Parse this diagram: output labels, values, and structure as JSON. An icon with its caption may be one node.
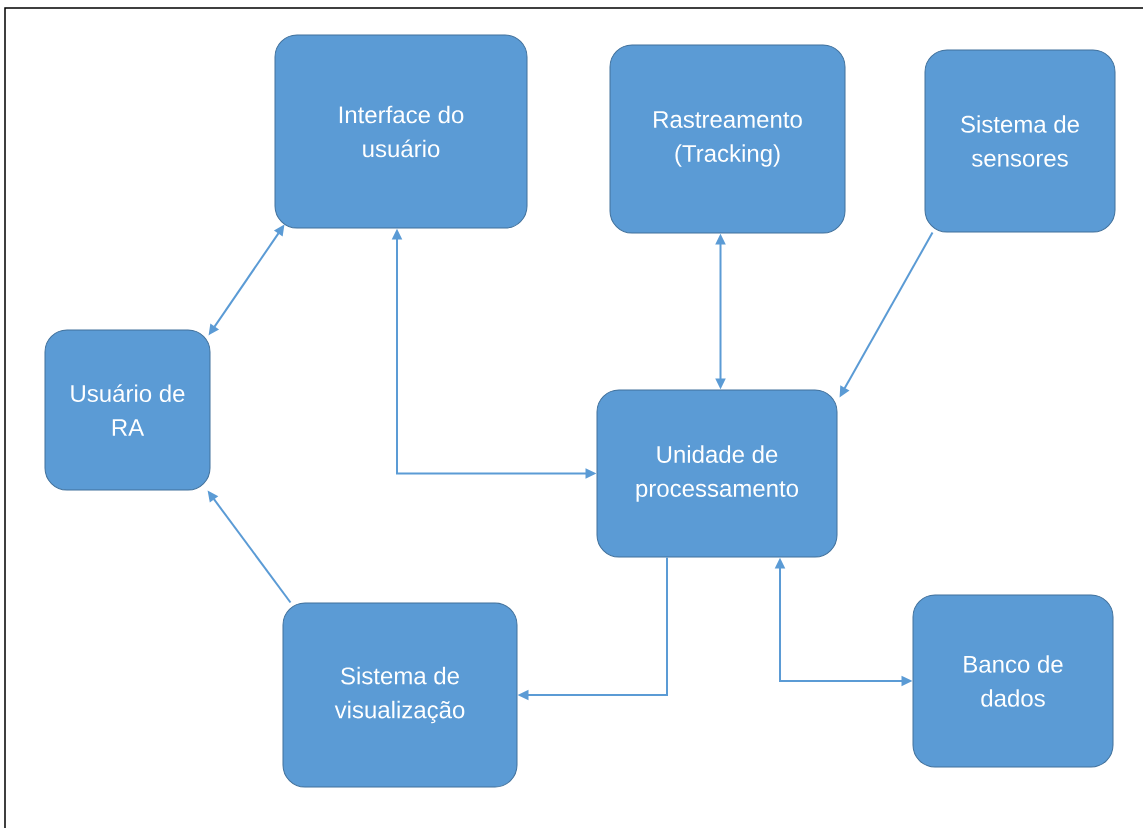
{
  "diagram": {
    "nodes": [
      {
        "text": [
          "Interface do usuário"
        ]
      },
      {
        "text": [
          "Rastreamento (Tracking)"
        ]
      },
      {
        "text": [
          "Sistema de sensores"
        ]
      },
      {
        "text": [
          "Usuário de RA"
        ]
      },
      {
        "text": [
          "Unidade de processamento"
        ]
      },
      {
        "text": [
          "Sistema de visualização"
        ]
      },
      {
        "text": [
          "Banco de dados"
        ]
      }
    ],
    "edges": [
      {
        "from": 0,
        "to": 3,
        "arrow": "both"
      },
      {
        "from": 0,
        "to": 4,
        "arrow": "both"
      },
      {
        "from": 1,
        "to": 4,
        "arrow": "both"
      },
      {
        "from": 2,
        "to": 4,
        "arrow": "to"
      },
      {
        "from": 4,
        "to": 5,
        "arrow": "to"
      },
      {
        "from": 4,
        "to": 6,
        "arrow": "both"
      },
      {
        "from": 5,
        "to": 3,
        "arrow": "to"
      }
    ]
  }
}
